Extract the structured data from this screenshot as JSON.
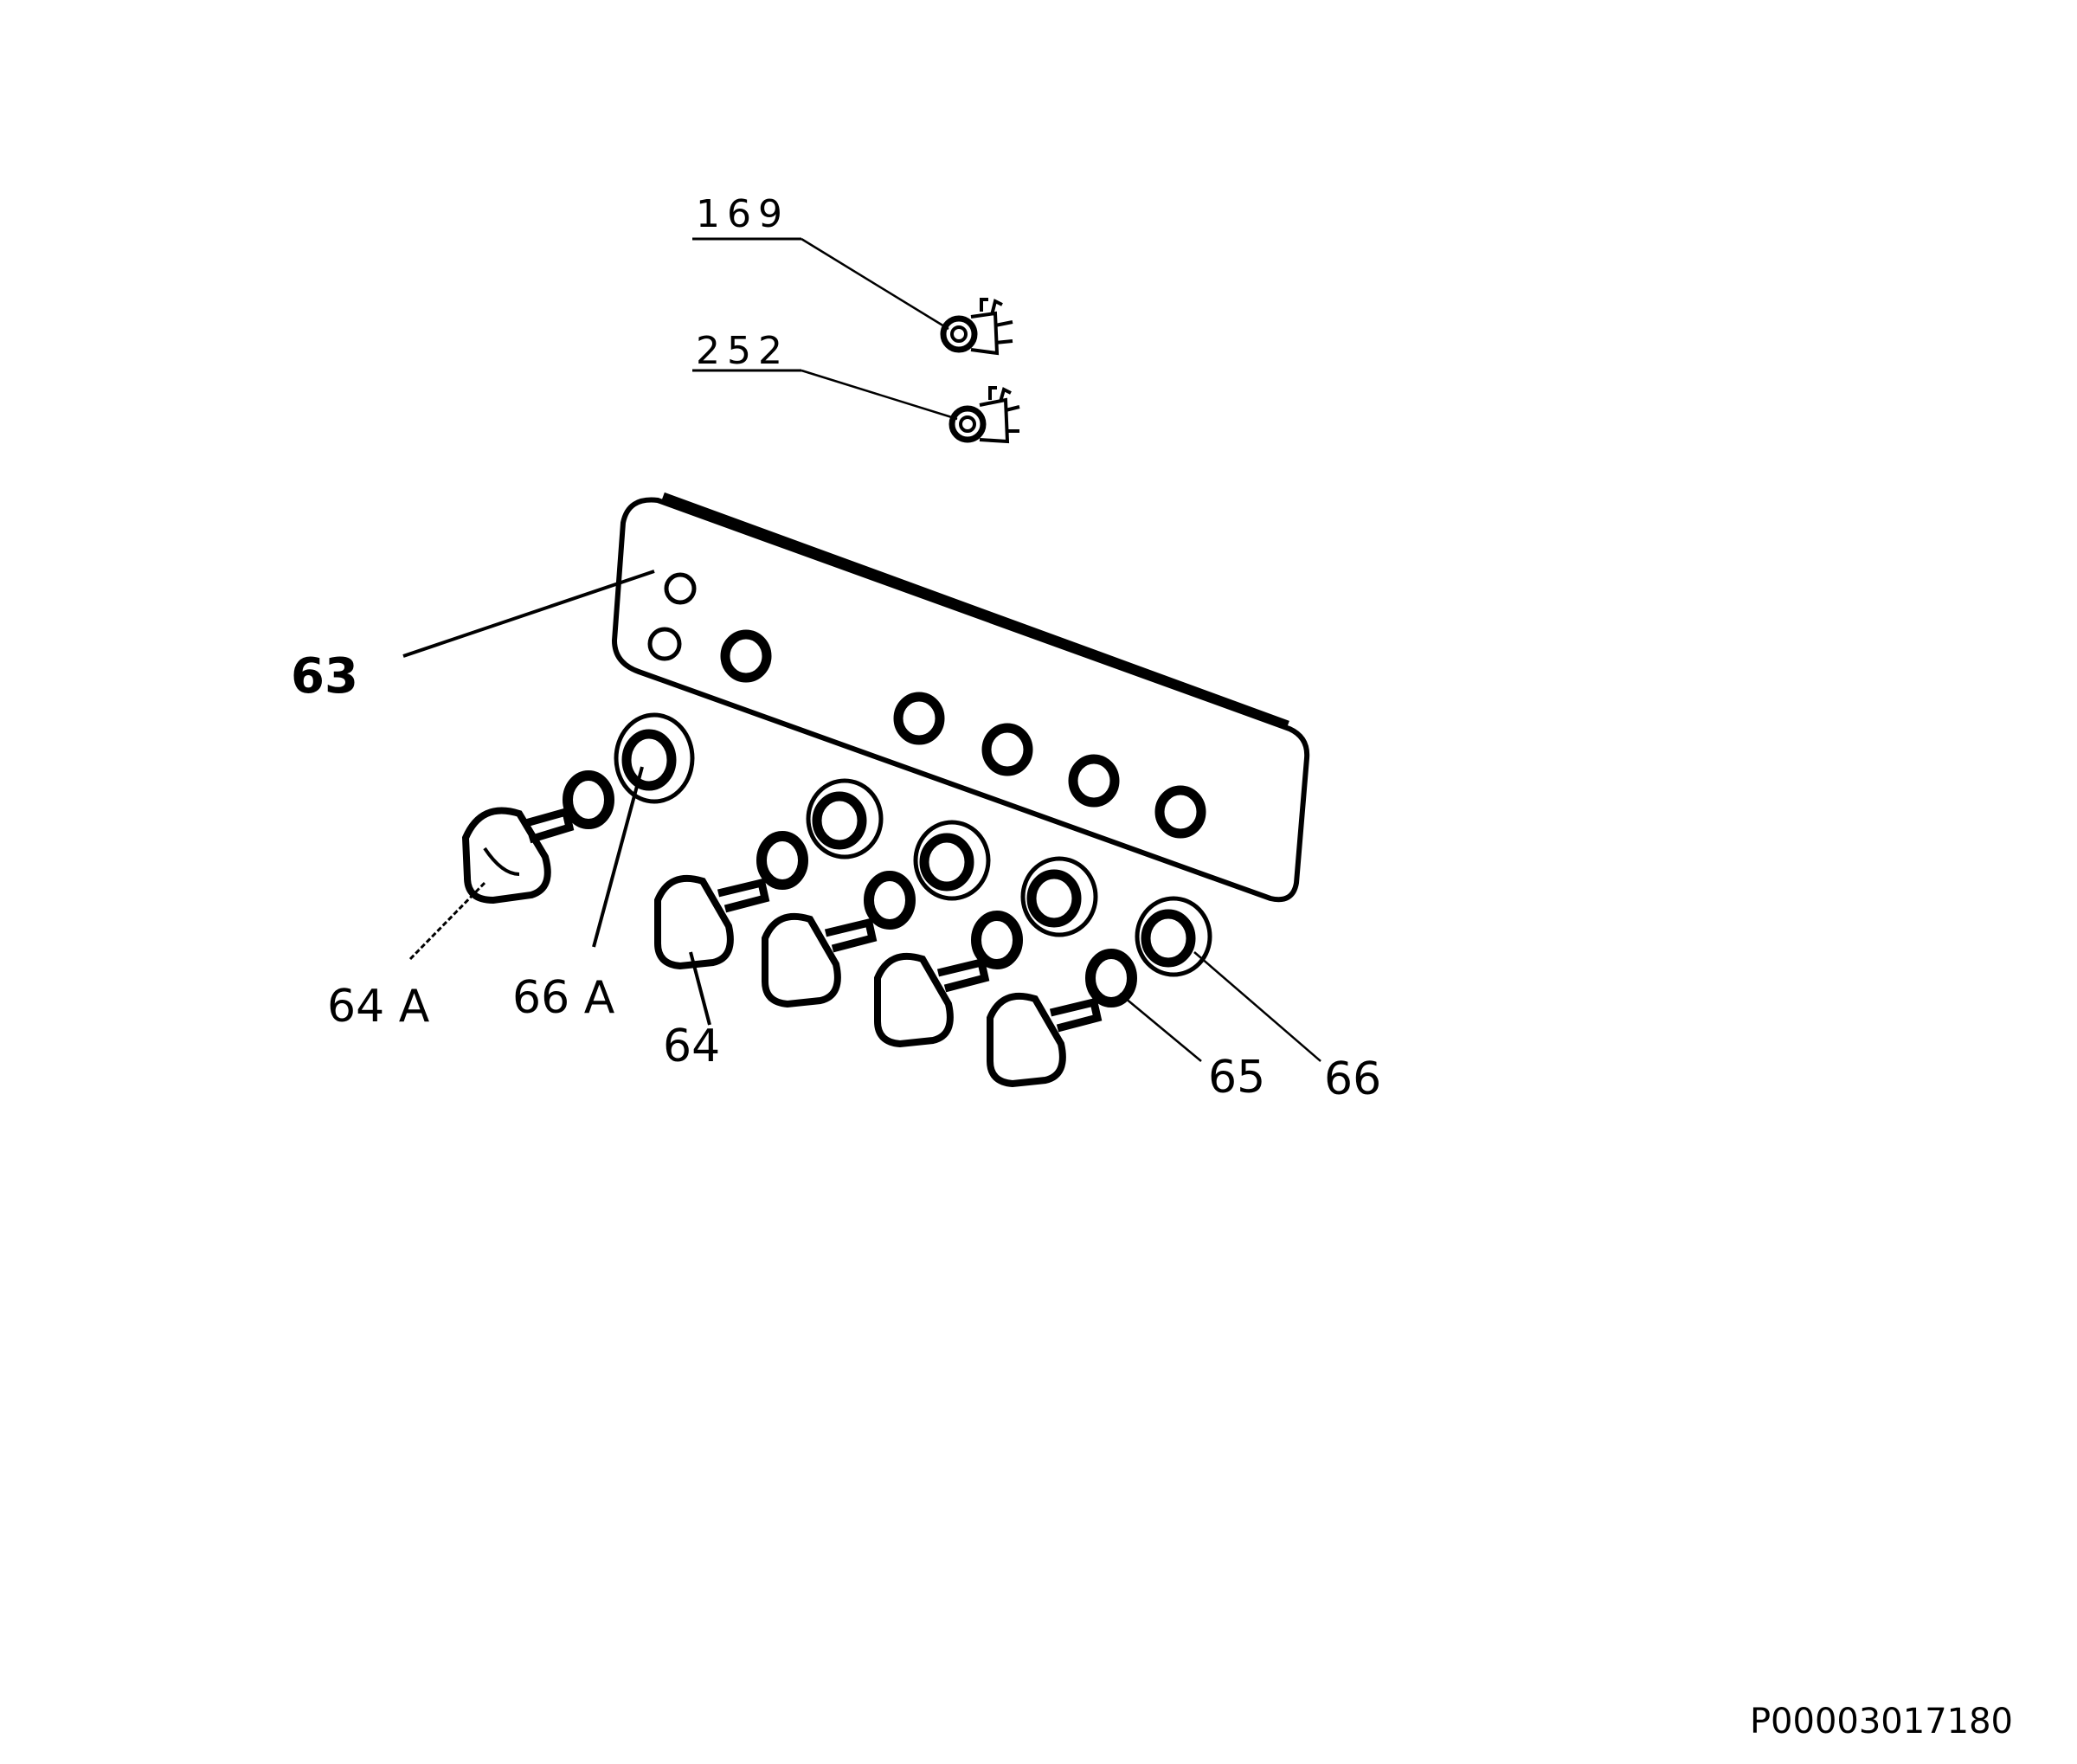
{
  "labels": {
    "part_169": "169",
    "part_252": "252",
    "part_63": "63",
    "part_64a": "64 A",
    "part_66a": "66 A",
    "part_64": "64",
    "part_65": "65",
    "part_66": "66"
  },
  "reference_code": "P00003017180",
  "colors": {
    "line": "#000000",
    "background": "#ffffff"
  }
}
